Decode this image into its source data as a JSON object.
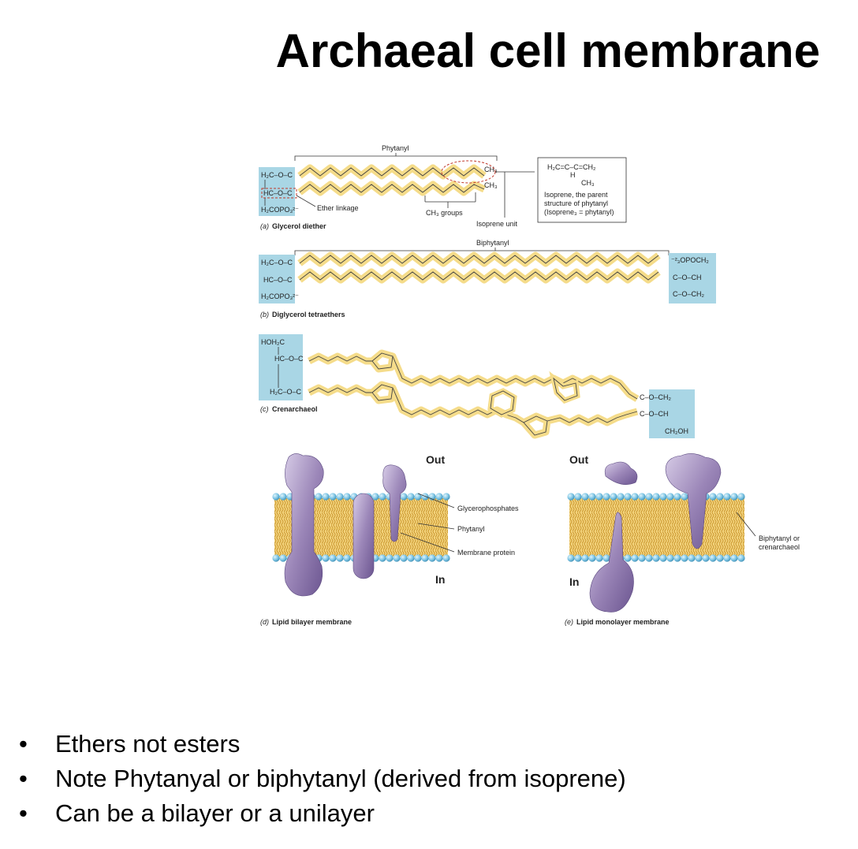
{
  "title": "Archaeal cell membrane",
  "figure": {
    "panel_a": {
      "caption_letter": "(a)",
      "caption": "Glycerol diether",
      "phytanyl_label": "Phytanyl",
      "ether_linkage_label": "Ether linkage",
      "ch3_groups_label": "CH₃ groups",
      "isoprene_unit_label": "Isoprene unit",
      "glycerol_lines": [
        "H₂C–O–C",
        "HC–O–C",
        "H₂COPO₃²⁻"
      ],
      "ch3_top": "CH₃",
      "ch3_bottom": "CH₃",
      "isoprene_box_formula_1": "H₂C=C–C=CH₂",
      "isoprene_box_formula_h": "H",
      "isoprene_box_formula_ch3": "CH₃",
      "isoprene_box_text_1": "Isoprene, the parent",
      "isoprene_box_text_2": "structure of phytanyl",
      "isoprene_box_text_3": "(Isoprene₃ = phytanyl)"
    },
    "panel_b": {
      "caption_letter": "(b)",
      "caption": "Diglycerol tetraethers",
      "biphytanyl_label": "Biphytanyl",
      "left_lines": [
        "H₂C–O–C",
        "HC–O–C",
        "H₂COPO₃²⁻"
      ],
      "right_lines": [
        "⁻²₃OPOCH₂",
        "C–O–CH",
        "C–O–CH₂"
      ]
    },
    "panel_c": {
      "caption_letter": "(c)",
      "caption": "Crenarchaeol",
      "left_lines": [
        "HOH₂C",
        "HC–O–C",
        "H₂C–O–C"
      ],
      "right_lines": [
        "C–O–CH₂",
        "C–O–CH",
        "CH₂OH"
      ]
    },
    "panel_d": {
      "caption_letter": "(d)",
      "caption": "Lipid bilayer membrane",
      "out_label": "Out",
      "in_label": "In",
      "glycerophosphates_label": "Glycerophosphates",
      "phytanyl_label": "Phytanyl",
      "membrane_protein_label": "Membrane protein"
    },
    "panel_e": {
      "caption_letter": "(e)",
      "caption": "Lipid monolayer membrane",
      "out_label": "Out",
      "in_label": "In",
      "biphytanyl_label_1": "Biphytanyl or",
      "biphytanyl_label_2": "crenarchaeol"
    }
  },
  "bullets": [
    "Ethers not esters",
    "Note Phytanyal or biphytanyl (derived from isoprene)",
    "Can be a bilayer or a unilayer"
  ],
  "bullet_glyph": "•",
  "colors": {
    "chain_highlight": "#f5dc8a",
    "glycerol_box": "#a9d6e5",
    "protein": "#9b86b8",
    "head_group": "#7cc4e4",
    "tail": "#e5b94f",
    "dashed_highlight": "#c0392b"
  }
}
